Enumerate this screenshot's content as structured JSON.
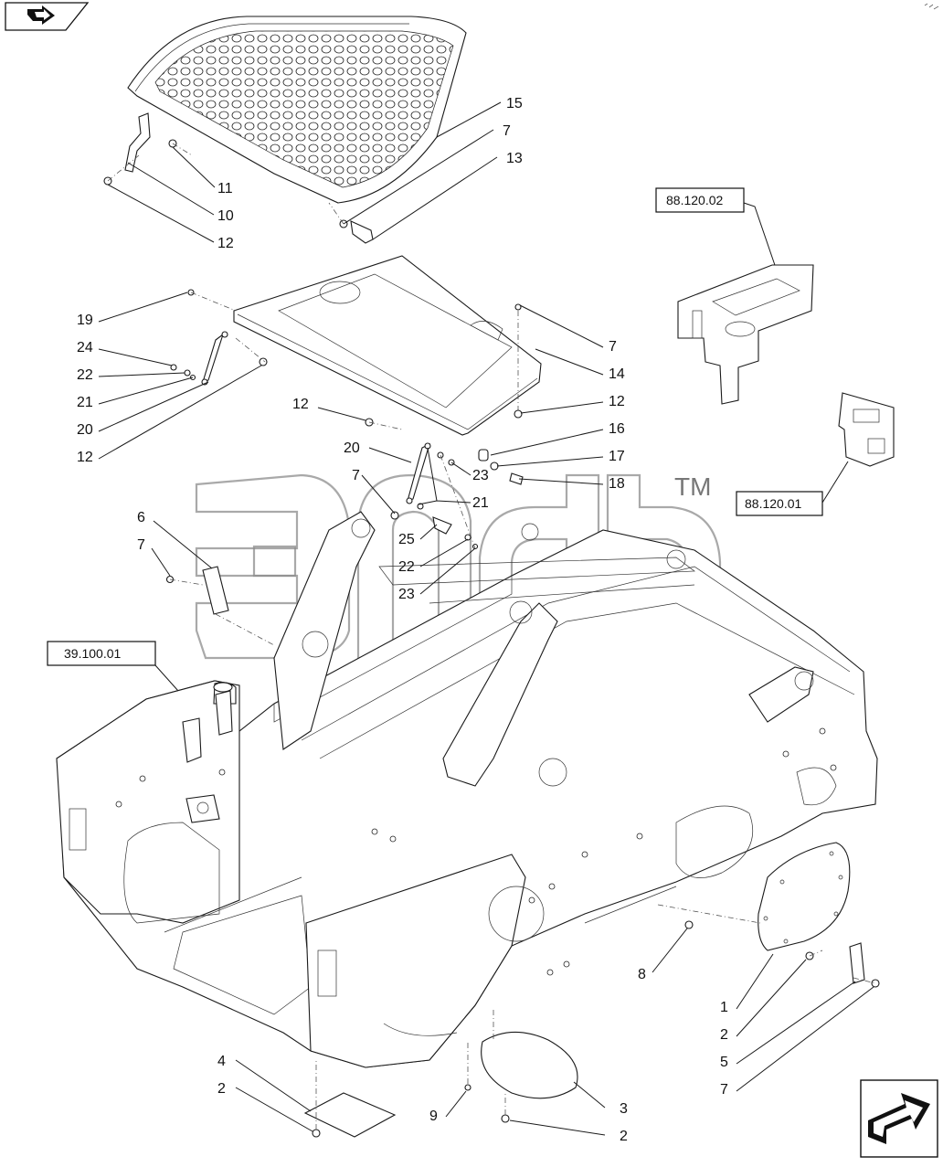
{
  "nav": {
    "prev_icon": "back-arrow-icon",
    "next_icon": "forward-arrow-icon"
  },
  "watermark": {
    "trademark": "TM"
  },
  "references": [
    {
      "id": "ref-88-120-02",
      "label": "88.120.02"
    },
    {
      "id": "ref-88-120-01",
      "label": "88.120.01"
    },
    {
      "id": "ref-39-100-01",
      "label": "39.100.01"
    }
  ],
  "callouts": [
    "15",
    "7",
    "13",
    "11",
    "10",
    "12",
    "19",
    "24",
    "22",
    "21",
    "20",
    "12",
    "7",
    "14",
    "12",
    "16",
    "17",
    "18",
    "12",
    "20",
    "7",
    "23",
    "21",
    "25",
    "22",
    "23",
    "6",
    "7",
    "8",
    "1",
    "2",
    "5",
    "7",
    "4",
    "2",
    "9",
    "3",
    "2"
  ]
}
